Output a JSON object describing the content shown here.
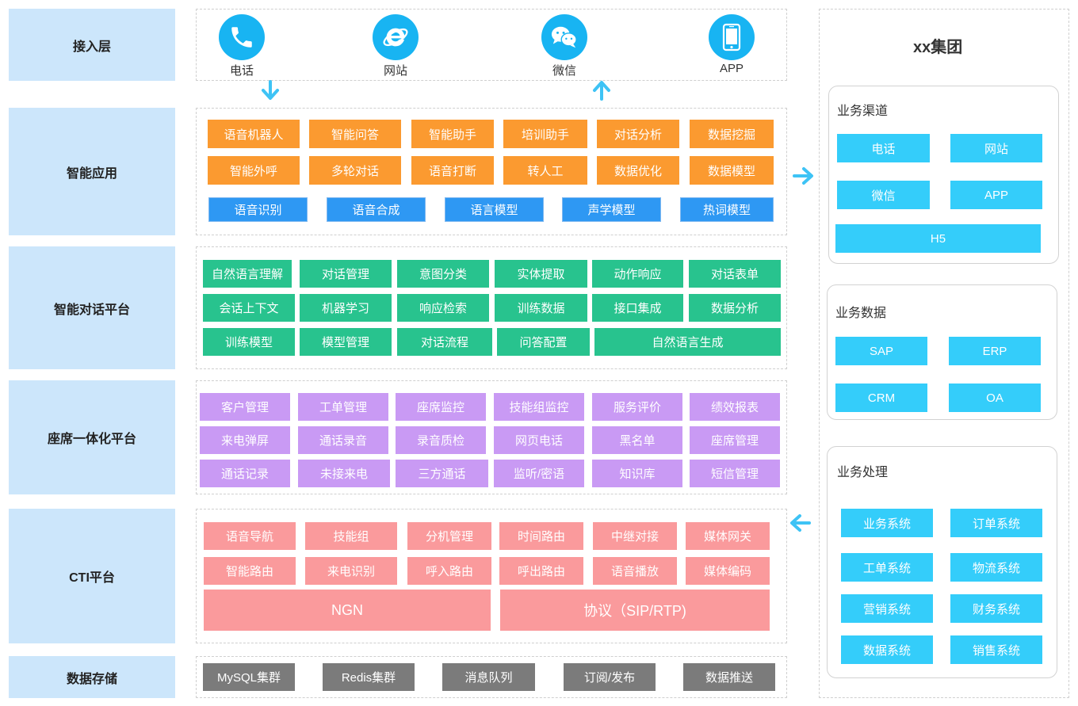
{
  "layers": [
    {
      "label": "接入层"
    },
    {
      "label": "智能应用"
    },
    {
      "label": "智能对话平台"
    },
    {
      "label": "座席一体化平台"
    },
    {
      "label": "CTI平台"
    },
    {
      "label": "数据存储"
    }
  ],
  "access": {
    "channels": [
      {
        "label": "电话",
        "icon": "phone-icon"
      },
      {
        "label": "网站",
        "icon": "ie-browser-icon"
      },
      {
        "label": "微信",
        "icon": "wechat-icon"
      },
      {
        "label": "APP",
        "icon": "smartphone-icon"
      }
    ]
  },
  "smart_app": {
    "row1": [
      "语音机器人",
      "智能问答",
      "智能助手",
      "培训助手",
      "对话分析",
      "数据挖掘"
    ],
    "row2": [
      "智能外呼",
      "多轮对话",
      "语音打断",
      "转人工",
      "数据优化",
      "数据模型"
    ],
    "row3": [
      "语音识别",
      "语音合成",
      "语言模型",
      "声学模型",
      "热词模型"
    ]
  },
  "dialog_platform": {
    "row1": [
      "自然语言理解",
      "对话管理",
      "意图分类",
      "实体提取",
      "动作响应",
      "对话表单"
    ],
    "row2": [
      "会话上下文",
      "机器学习",
      "响应检索",
      "训练数据",
      "接口集成",
      "数据分析"
    ],
    "row3": [
      "训练模型",
      "模型管理",
      "对话流程",
      "问答配置",
      "自然语言生成"
    ]
  },
  "seat_platform": {
    "row1": [
      "客户管理",
      "工单管理",
      "座席监控",
      "技能组监控",
      "服务评价",
      "绩效报表"
    ],
    "row2": [
      "来电弹屏",
      "通话录音",
      "录音质检",
      "网页电话",
      "黑名单",
      "座席管理"
    ],
    "row3": [
      "通话记录",
      "未接来电",
      "三方通话",
      "监听/密语",
      "知识库",
      "短信管理"
    ]
  },
  "cti": {
    "row1": [
      "语音导航",
      "技能组",
      "分机管理",
      "时间路由",
      "中继对接",
      "媒体网关"
    ],
    "row2": [
      "智能路由",
      "来电识别",
      "呼入路由",
      "呼出路由",
      "语音播放",
      "媒体编码"
    ],
    "row3": [
      "NGN",
      "协议（SIP/RTP)"
    ]
  },
  "storage": {
    "items": [
      "MySQL集群",
      "Redis集群",
      "消息队列",
      "订阅/发布",
      "数据推送"
    ]
  },
  "group": {
    "title": "xx集团",
    "channels": {
      "title": "业务渠道",
      "items": [
        "电话",
        "网站",
        "微信",
        "APP",
        "H5"
      ]
    },
    "data": {
      "title": "业务数据",
      "items": [
        "SAP",
        "ERP",
        "CRM",
        "OA"
      ]
    },
    "processing": {
      "title": "业务处理",
      "items": [
        "业务系统",
        "订单系统",
        "工单系统",
        "物流系统",
        "营销系统",
        "财务系统",
        "数据系统",
        "销售系统"
      ]
    }
  },
  "colors": {
    "layer_bg": "#cce6fb",
    "orange": "#fb9a30",
    "blue": "#2e98f3",
    "green": "#28c38e",
    "purple": "#c99af4",
    "pink": "#fa9a9c",
    "gray": "#7b7b7b",
    "cyan": "#34cdfa",
    "arrow": "#3ec3f5"
  }
}
